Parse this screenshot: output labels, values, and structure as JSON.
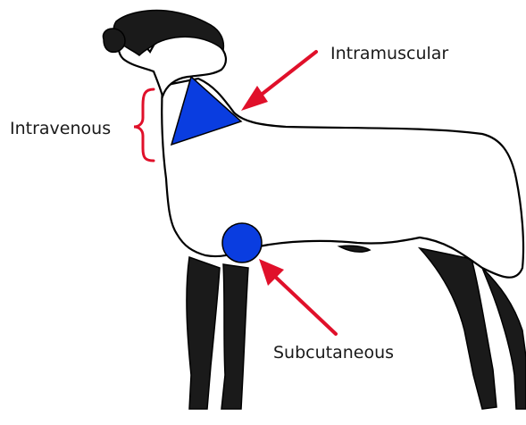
{
  "labels": {
    "intramuscular": "Intramuscular",
    "intravenous": "Intravenous",
    "subcutaneous": "Subcutaneous"
  },
  "colors": {
    "outline": "#000000",
    "wool": "#ffffff",
    "dark_points": "#1a1a1a",
    "injection_site": "#0a3de0",
    "arrow": "#e0102a"
  }
}
